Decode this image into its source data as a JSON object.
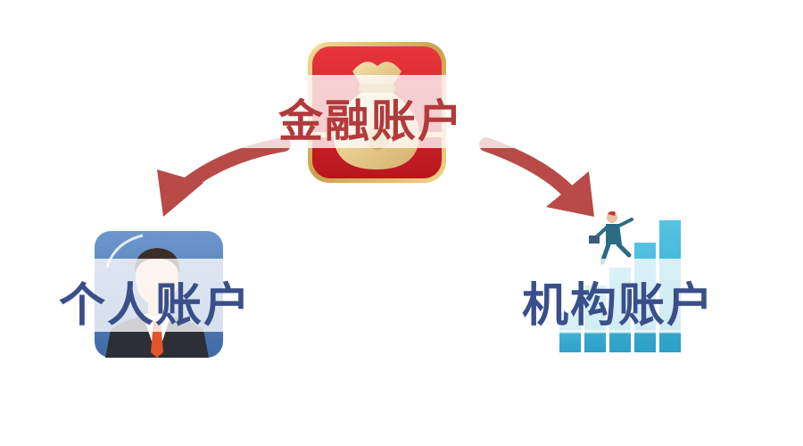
{
  "diagram": {
    "root": {
      "label": "金融账户",
      "icon": "money-bag-icon"
    },
    "children": [
      {
        "label": "个人账户",
        "icon": "businessman-avatar-icon"
      },
      {
        "label": "机构账户",
        "icon": "growth-bar-chart-icon"
      }
    ]
  },
  "colors": {
    "root_label": "#b23a3c",
    "child_label": "#3a4f8a",
    "arrow": "#b84a48",
    "bag_tile": "#d8282e",
    "avatar_tile": "#5a86c0",
    "bars": "#3fb4d6"
  }
}
